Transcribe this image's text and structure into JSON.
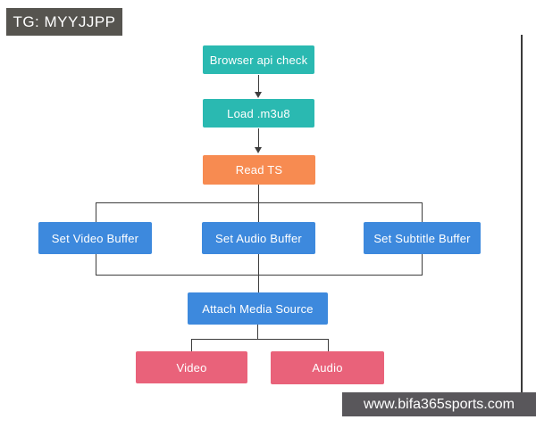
{
  "overlays": {
    "tag_label": "TG: MYYJJPP",
    "watermark": "www.bifa365sports.com"
  },
  "colors": {
    "background": "#ffffff",
    "teal": "#2ab9b1",
    "orange": "#f78b51",
    "blue": "#3d89dd",
    "pink": "#e9627a",
    "tag_label_bg": "#56544f",
    "watermark_bg": "#59575b",
    "connector": "#3d3d3d",
    "node_text": "#ffffff"
  },
  "flowchart": {
    "nodes": [
      {
        "id": "browser-api-check",
        "label": "Browser api check",
        "color": "#2ab9b1"
      },
      {
        "id": "load-m3u8",
        "label": "Load .m3u8",
        "color": "#2ab9b1"
      },
      {
        "id": "read-ts",
        "label": "Read TS",
        "color": "#f78b51"
      },
      {
        "id": "set-video-buffer",
        "label": "Set Video Buffer",
        "color": "#3d89dd"
      },
      {
        "id": "set-audio-buffer",
        "label": "Set Audio Buffer",
        "color": "#3d89dd"
      },
      {
        "id": "set-subtitle-buffer",
        "label": "Set Subtitle Buffer",
        "color": "#3d89dd"
      },
      {
        "id": "attach-media-source",
        "label": "Attach Media Source",
        "color": "#3d89dd"
      },
      {
        "id": "video",
        "label": "Video",
        "color": "#e9627a"
      },
      {
        "id": "audio",
        "label": "Audio",
        "color": "#e9627a"
      }
    ],
    "edges": [
      {
        "from": "browser-api-check",
        "to": "load-m3u8",
        "style": "arrow"
      },
      {
        "from": "load-m3u8",
        "to": "read-ts",
        "style": "arrow"
      },
      {
        "from": "read-ts",
        "to": "set-video-buffer",
        "style": "line"
      },
      {
        "from": "read-ts",
        "to": "set-audio-buffer",
        "style": "line"
      },
      {
        "from": "read-ts",
        "to": "set-subtitle-buffer",
        "style": "line"
      },
      {
        "from": "set-video-buffer",
        "to": "attach-media-source",
        "style": "line"
      },
      {
        "from": "set-audio-buffer",
        "to": "attach-media-source",
        "style": "line"
      },
      {
        "from": "set-subtitle-buffer",
        "to": "attach-media-source",
        "style": "line"
      },
      {
        "from": "attach-media-source",
        "to": "video",
        "style": "line"
      },
      {
        "from": "attach-media-source",
        "to": "audio",
        "style": "line"
      }
    ]
  }
}
